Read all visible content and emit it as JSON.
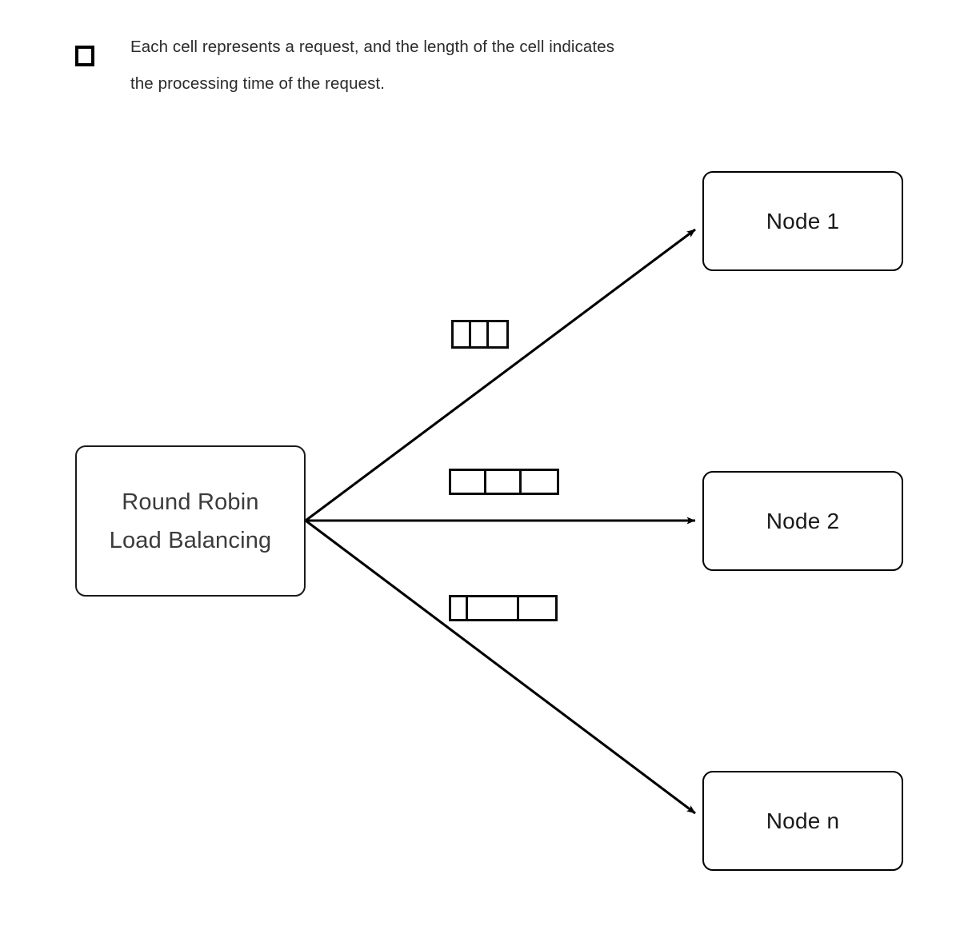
{
  "diagram": {
    "title": "Round Robin Load Balancing",
    "background_color": "#ffffff",
    "stroke_color": "#000000"
  },
  "legend": {
    "swatch_icon": "square-outline-icon",
    "text": "Each cell represents a request, and the length of the cell indicates\nthe processing time of the request.",
    "text_color": "#2b2b2b"
  },
  "balancer": {
    "label": "Round Robin\nLoad Balancing",
    "line1": "Round Robin",
    "line2": "Load Balancing",
    "text_color": "#3b3b3b"
  },
  "nodes": [
    {
      "id": "node-1",
      "label": "Node 1",
      "text_color": "#1a1a1a"
    },
    {
      "id": "node-2",
      "label": "Node 2",
      "text_color": "#1a1a1a"
    },
    {
      "id": "node-n",
      "label": "Node n",
      "text_color": "#1a1a1a"
    }
  ],
  "request_queues": [
    {
      "target": "Node 1",
      "cell_count": 3,
      "cell_widths": [
        22,
        22,
        22
      ],
      "total_width": 68
    },
    {
      "target": "Node 2",
      "cell_count": 3,
      "cell_widths": [
        44,
        44,
        44
      ],
      "total_width": 132
    },
    {
      "target": "Node n",
      "cell_count": 3,
      "cell_widths": [
        21,
        64,
        45
      ],
      "total_width": 132
    }
  ],
  "connections": [
    {
      "from": "Round Robin Load Balancing",
      "to": "Node 1",
      "arrow": "arrow-up-right"
    },
    {
      "from": "Round Robin Load Balancing",
      "to": "Node 2",
      "arrow": "arrow-right"
    },
    {
      "from": "Round Robin Load Balancing",
      "to": "Node n",
      "arrow": "arrow-down-right"
    }
  ]
}
